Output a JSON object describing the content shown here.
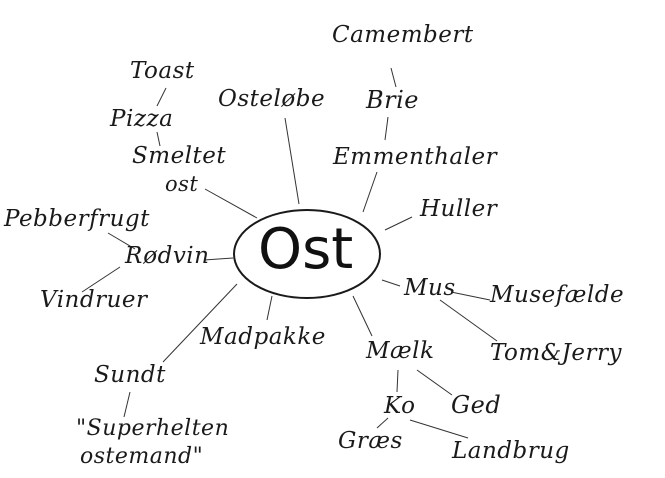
{
  "center": "Ost",
  "nodes": {
    "toast": "Toast",
    "pizza": "Pizza",
    "smeltet": "Smeltet",
    "ost": "ost",
    "pebberfrugt": "Pebberfrugt",
    "rodvin": "Rødvin",
    "vindruer": "Vindruer",
    "sundt": "Sundt",
    "superhelten1": "\"Superhelten",
    "superhelten2": "ostemand\"",
    "madpakke": "Madpakke",
    "ostelobe": "Osteløbe",
    "camembert": "Camembert",
    "brie": "Brie",
    "emmenthaler": "Emmenthaler",
    "huller": "Huller",
    "mus": "Mus",
    "musefaelde": "Musefælde",
    "tomjerry": "Tom&Jerry",
    "maelk": "Mælk",
    "ged": "Ged",
    "ko": "Ko",
    "graes": "Græs",
    "landbrug": "Landbrug"
  },
  "colors": {
    "ink": "#1a1a1a",
    "background": "#ffffff"
  }
}
